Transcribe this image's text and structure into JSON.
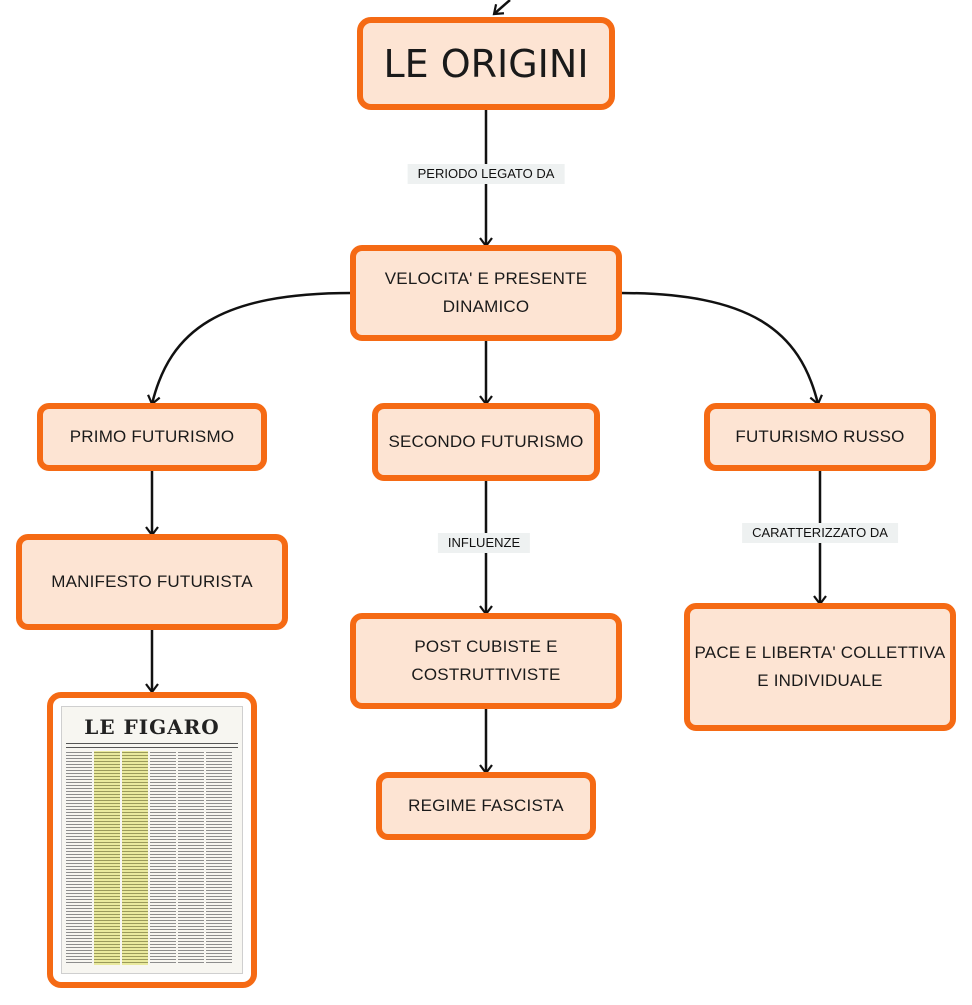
{
  "nodes": {
    "origini": "LE ORIGINI",
    "velocita": "VELOCITA' E PRESENTE DINAMICO",
    "primo": "PRIMO FUTURISMO",
    "secondo": "SECONDO FUTURISMO",
    "russo": "FUTURISMO RUSSO",
    "manifesto": "MANIFESTO FUTURISTA",
    "post": "POST CUBISTE E COSTRUTTIVISTE",
    "pace": "PACE E LIBERTA' COLLETTIVA E INDIVIDUALE",
    "regime": "REGIME FASCISTA"
  },
  "labels": {
    "periodo": "PERIODO LEGATO DA",
    "influenze": "INFLUENZE",
    "caratterizzato": "CARATTERIZZATO DA"
  },
  "newspaper": {
    "masthead": "LE FIGARO"
  },
  "colors": {
    "border": "#f56a14",
    "fill": "#fde4d3",
    "label_bg": "#eef1f1"
  }
}
